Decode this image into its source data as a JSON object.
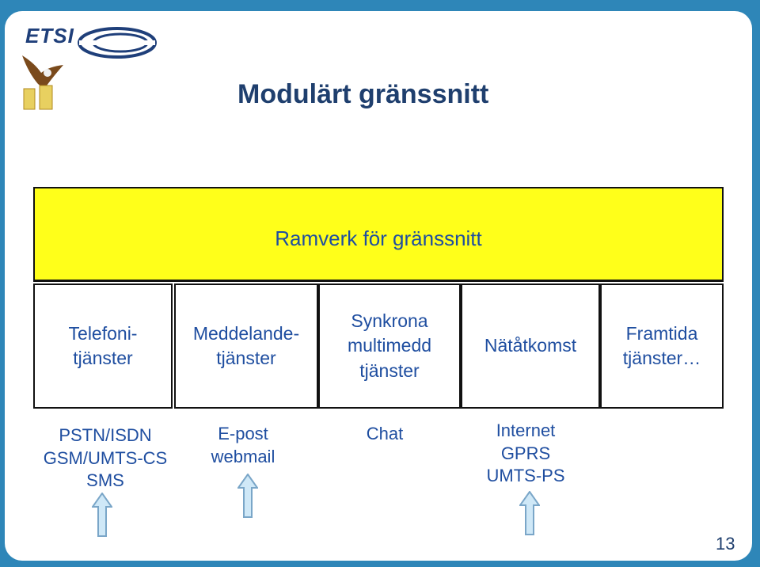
{
  "logo": {
    "text": "ETSI"
  },
  "title": "Modulärt gränssnitt",
  "framework": {
    "label": "Ramverk för gränssnitt"
  },
  "services": [
    {
      "label": "Telefoni-\ntjänster"
    },
    {
      "label": "Meddelande-\ntjänster"
    },
    {
      "label": "Synkrona\nmultimedd\ntjänster"
    },
    {
      "label": "Nätåtkomst"
    },
    {
      "label": "Framtida\ntjänster…"
    }
  ],
  "networks": [
    {
      "label": "PSTN/ISDN\nGSM/UMTS-CS\nSMS"
    },
    {
      "label": "E-post\nwebmail"
    },
    {
      "label": "Chat"
    },
    {
      "label": "Internet\nGPRS\nUMTS-PS"
    }
  ],
  "colors": {
    "frame": "#2e86b8",
    "framework_fill": "#ffff1a",
    "text_blue": "#1f4ea0",
    "title": "#1f3f6e",
    "arrow_fill": "#cfe8f7",
    "arrow_stroke": "#7aa6c8"
  },
  "page_number": "13"
}
